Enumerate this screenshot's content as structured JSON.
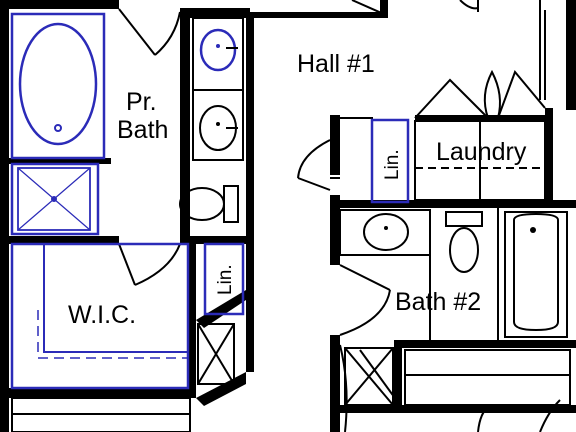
{
  "plan": {
    "rooms": {
      "hall": "Hall #1",
      "primary_bath_line1": "Pr.",
      "primary_bath_line2": "Bath",
      "walk_in_closet": "W.I.C.",
      "laundry": "Laundry",
      "bath_2": "Bath #2"
    },
    "linen_closets": {
      "upper": "Lin.",
      "lower": "Lin."
    }
  },
  "colors": {
    "walls": "#000000",
    "fixtures": "#2b2bb8",
    "background": "#ffffff"
  }
}
